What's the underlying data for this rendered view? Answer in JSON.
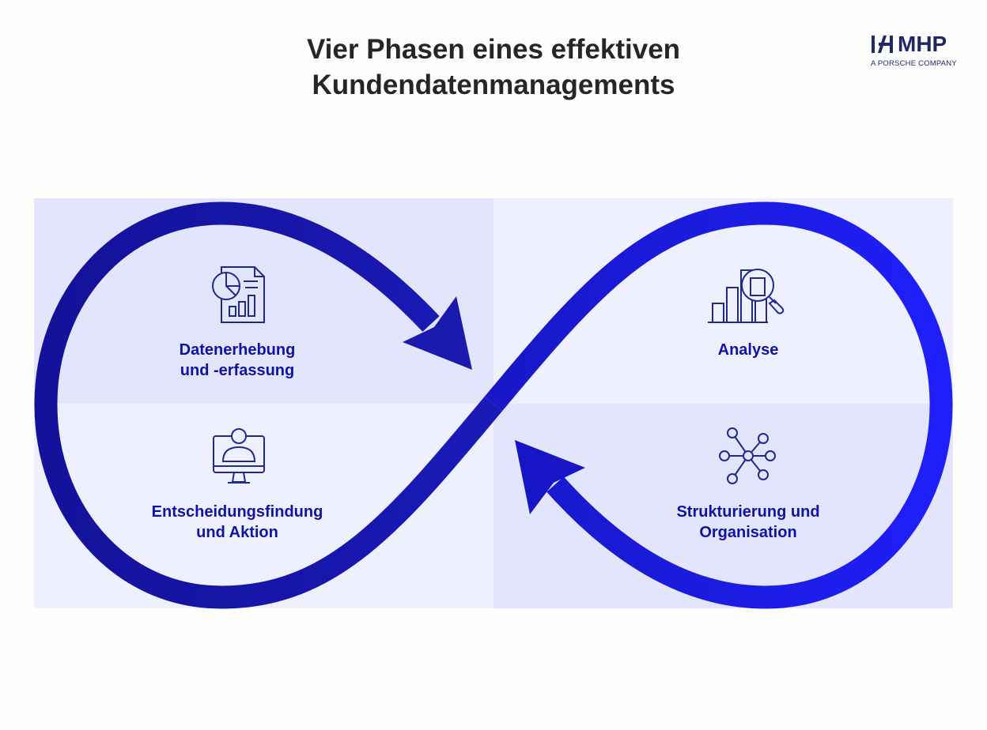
{
  "title": {
    "line1": "Vier Phasen eines effektiven",
    "line2": "Kundendatenmanagements"
  },
  "logo": {
    "wordmark": "MHP",
    "subline": "A PORSCHE COMPANY",
    "icon": "mhp-logo-mark",
    "color": "#1d2a63"
  },
  "colors": {
    "arrow_left": "#1a1aa6",
    "arrow_right": "#1c1cf2",
    "label": "#0f13a4",
    "icon": "#1f2a8a",
    "quad_dark": "#e2e5fb",
    "quad_light": "#eef0fd"
  },
  "phases": [
    {
      "id": "datenerhebung",
      "line1": "Datenerhebung",
      "line2": "und -erfassung",
      "icon": "report-chart-icon"
    },
    {
      "id": "analyse",
      "line1": "Analyse",
      "line2": "",
      "icon": "bar-chart-magnifier-icon"
    },
    {
      "id": "strukturierung",
      "line1": "Strukturierung und",
      "line2": "Organisation",
      "icon": "network-nodes-icon"
    },
    {
      "id": "entscheidung",
      "line1": "Entscheidungsfindung",
      "line2": "und Aktion",
      "icon": "monitor-user-icon"
    }
  ]
}
